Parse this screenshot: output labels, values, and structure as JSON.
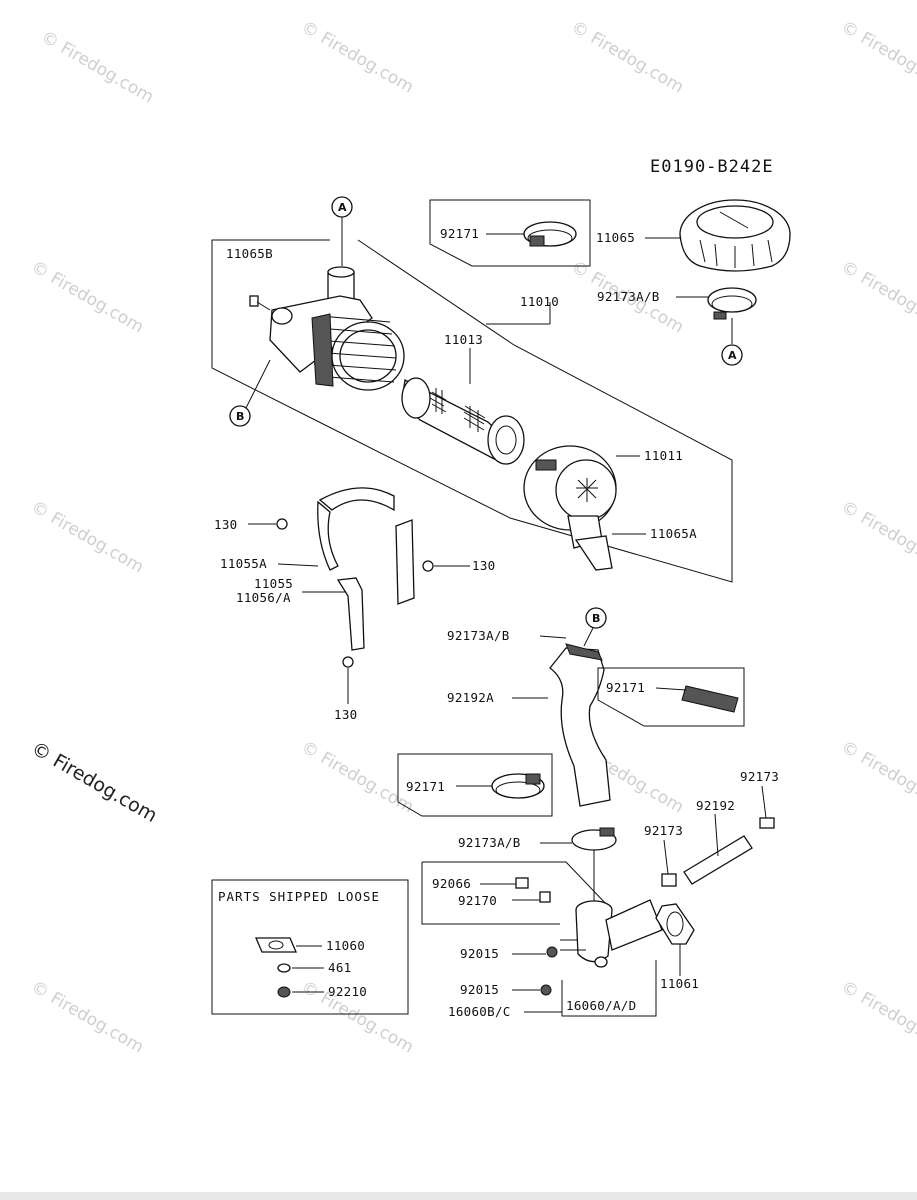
{
  "diagram_code": "E0190-B242E",
  "watermark": "© Firedog.com",
  "watermark_large": "© Firedog.com",
  "parts_box_title": "PARTS SHIPPED LOOSE",
  "callouts": {
    "a": "A",
    "b": "B"
  },
  "labels": {
    "p11065B": "11065B",
    "p92171_top": "92171",
    "p11065": "11065",
    "p92173AB_top": "92173A/B",
    "p11010": "11010",
    "p11013": "11013",
    "p11011": "11011",
    "p11065A": "11065A",
    "p130_a": "130",
    "p11055A": "11055A",
    "p130_b": "130",
    "p11055": "11055",
    "p11056A": "11056/A",
    "p130_c": "130",
    "p92173AB_mid": "92173A/B",
    "p92192A": "92192A",
    "p92171_mid": "92171",
    "p92171_low": "92171",
    "p92173_right": "92173",
    "p92192": "92192",
    "p92173_mid": "92173",
    "p92173AB_low": "92173A/B",
    "p92066": "92066",
    "p92170": "92170",
    "p92015_a": "92015",
    "p92015_b": "92015",
    "p11061": "11061",
    "p16060AD": "16060/A/D",
    "p16060BC": "16060B/C",
    "p11060": "11060",
    "p461": "461",
    "p92210": "92210"
  }
}
